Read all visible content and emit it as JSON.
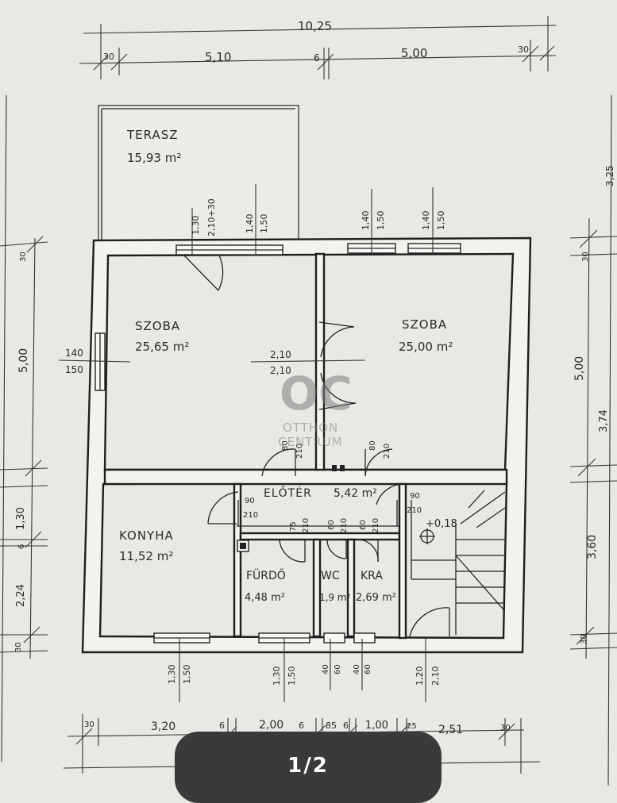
{
  "rooms": {
    "terasz": {
      "name": "TERASZ",
      "area": "15,93 m²"
    },
    "szoba_left": {
      "name": "SZOBA",
      "area": "25,65 m²"
    },
    "szoba_right": {
      "name": "SZOBA",
      "area": "25,00 m²"
    },
    "eloter": {
      "name": "ELŐTÉR",
      "area": "5,42 m²"
    },
    "konyha": {
      "name": "KONYHA",
      "area": "11,52 m²"
    },
    "furdo": {
      "name": "FÜRDŐ",
      "area": "4,48 m²"
    },
    "wc": {
      "name": "WC",
      "area": "1,9 m²"
    },
    "kra": {
      "name": "KRA",
      "area": "2,69 m²"
    }
  },
  "dimensions": {
    "top_total": "10,25",
    "top_parts": [
      "30",
      "5,10",
      "6",
      "5,00",
      "30"
    ],
    "bottom_parts": [
      "30",
      "3,20",
      "6",
      "2,00",
      "6",
      "85",
      "6",
      "1,00",
      "25",
      "2,51",
      "30"
    ],
    "left": [
      "5,00",
      "30",
      "1,30",
      "6",
      "2,24",
      "30"
    ],
    "right": [
      "3,25",
      "5,00",
      "3,74",
      "30",
      "3,60",
      "30"
    ],
    "openings_top": [
      "1,30",
      "2,10+30",
      "1,40",
      "1,50",
      "1,40",
      "1,50",
      "1,40",
      "1,50"
    ],
    "openings_bottom": [
      "1,30",
      "1,50",
      "1,30",
      "1,50",
      "40",
      "60",
      "40",
      "60",
      "1,20",
      "2,10"
    ],
    "left_window": [
      "140",
      "150"
    ],
    "doors": {
      "szoba": [
        "2,10",
        "2,10"
      ],
      "eloter_left": [
        "80",
        "210"
      ],
      "eloter_right": [
        "80",
        "210"
      ],
      "konyha": [
        "90",
        "210"
      ],
      "stair": [
        "90",
        "210"
      ],
      "furdo": [
        "75",
        "210"
      ],
      "wc": [
        "60",
        "210"
      ],
      "kra": [
        "60",
        "210"
      ]
    },
    "level": "+0,18"
  },
  "watermark": {
    "logo": "OC",
    "line1": "OTTHON",
    "line2": "CENTRUM"
  },
  "pager": {
    "label": "1/2"
  }
}
